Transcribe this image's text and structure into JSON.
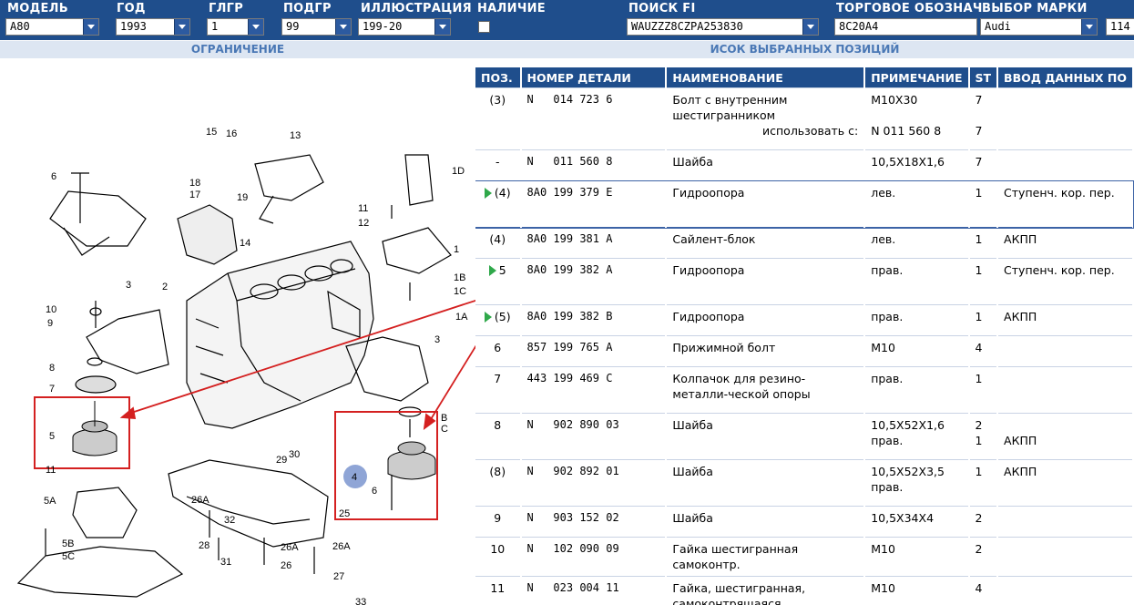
{
  "filters": {
    "model": {
      "label": "МОДЕЛЬ",
      "value": "A80"
    },
    "year": {
      "label": "ГОД",
      "value": "1993"
    },
    "main_group": {
      "label": "ГЛГР",
      "value": "1"
    },
    "sub_group": {
      "label": "ПОДГР",
      "value": "99"
    },
    "illustration": {
      "label": "ИЛЛЮСТРАЦИЯ",
      "value": "199-20"
    },
    "availability": {
      "label": "НАЛИЧИЕ"
    },
    "search_fi": {
      "label": "ПОИСК FI",
      "value": "WAUZZZ8CZPA253830"
    },
    "trade_designation": {
      "label": "ТОРГОВОЕ ОБОЗНАЧЕНИЕ",
      "value": "8C20A4"
    },
    "brand": {
      "label": "ВЫБОР МАРКИ",
      "value": "Audi"
    },
    "extra": {
      "value": "114"
    }
  },
  "sections": {
    "restriction": "ОГРАНИЧЕНИЕ",
    "selected_positions": "ИСОК ВЫБРАННЫХ ПОЗИЦИЙ"
  },
  "table": {
    "headers": [
      "ПОЗ.",
      "НОМЕР ДЕТАЛИ",
      "НАИМЕНОВАНИЕ",
      "ПРИМЕЧАНИЕ",
      "ST",
      "ВВОД ДАННЫХ ПО"
    ],
    "rows": [
      {
        "pos": "(3)",
        "part": "N   014 723 6",
        "name": "Болт с внутренним шестигранником",
        "name_extra": "использовать с:",
        "note": "M10X30",
        "note_extra": "N   011 560 8",
        "st": "7",
        "st_extra": "7",
        "input": ""
      },
      {
        "pos": "-",
        "part": "N   011 560 8",
        "name": "Шайба",
        "note": "10,5X18X1,6",
        "st": "7",
        "input": ""
      },
      {
        "pos": "(4)",
        "part": "8A0 199 379 E",
        "name": "Гидроопора",
        "note": "лев.",
        "st": "1",
        "input": "Ступенч. кор. пер.",
        "marked": true,
        "selected": true
      },
      {
        "pos": "(4)",
        "part": "8A0 199 381 A",
        "name": "Сайлент-блок",
        "note": "лев.",
        "st": "1",
        "input": "АКПП"
      },
      {
        "pos": "5",
        "part": "8A0 199 382 A",
        "name": "Гидроопора",
        "note": "прав.",
        "st": "1",
        "input": "Ступенч. кор. пер.",
        "marked": true
      },
      {
        "pos": "(5)",
        "part": "8A0 199 382 B",
        "name": "Гидроопора",
        "note": "прав.",
        "st": "1",
        "input": "АКПП",
        "marked": true
      },
      {
        "pos": "6",
        "part": "857 199 765 A",
        "name": "Прижимной болт",
        "note": "M10",
        "st": "4",
        "input": ""
      },
      {
        "pos": "7",
        "part": "443 199 469 C",
        "name": "Колпачок для резино-металли-ческой опоры",
        "note": "прав.",
        "st": "1",
        "input": ""
      },
      {
        "pos": "8",
        "part": "N   902 890 03",
        "name": "Шайба",
        "note": "10,5X52X1,6 прав.",
        "st": "2",
        "st_extra": "1",
        "input": "АКПП"
      },
      {
        "pos": "(8)",
        "part": "N   902 892 01",
        "name": "Шайба",
        "note": "10,5X52X3,5 прав.",
        "st": "1",
        "input": "АКПП"
      },
      {
        "pos": "9",
        "part": "N   903 152 02",
        "name": "Шайба",
        "note": "10,5X34X4",
        "st": "2",
        "input": ""
      },
      {
        "pos": "10",
        "part": "N   102 090 09",
        "name": "Гайка шестигранная самоконтр.",
        "note": "M10",
        "st": "2",
        "input": ""
      },
      {
        "pos": "11",
        "part": "N   023 004 11",
        "name": "Гайка, шестигранная, самоконтрящаяся",
        "note": "M10",
        "st": "4",
        "input": ""
      }
    ]
  },
  "diagram": {
    "labels": [
      "6",
      "15",
      "16",
      "13",
      "1D",
      "18",
      "17",
      "19",
      "14",
      "11",
      "12",
      "1",
      "1B",
      "1C",
      "3",
      "2",
      "10",
      "9",
      "1A",
      "8",
      "7",
      "5",
      "4",
      "6",
      "11",
      "B",
      "C",
      "5A",
      "5B",
      "5C",
      "29",
      "30",
      "26A",
      "25",
      "32",
      "28",
      "26",
      "26A",
      "31",
      "27",
      "33"
    ],
    "highlight_color": "#d42020",
    "callout_label": "4"
  },
  "colors": {
    "header_bg": "#1f4e8c",
    "section_bg": "#dde6f2",
    "section_text": "#4a78b5",
    "marker": "#2fa84a",
    "arrow": "#d42020"
  }
}
